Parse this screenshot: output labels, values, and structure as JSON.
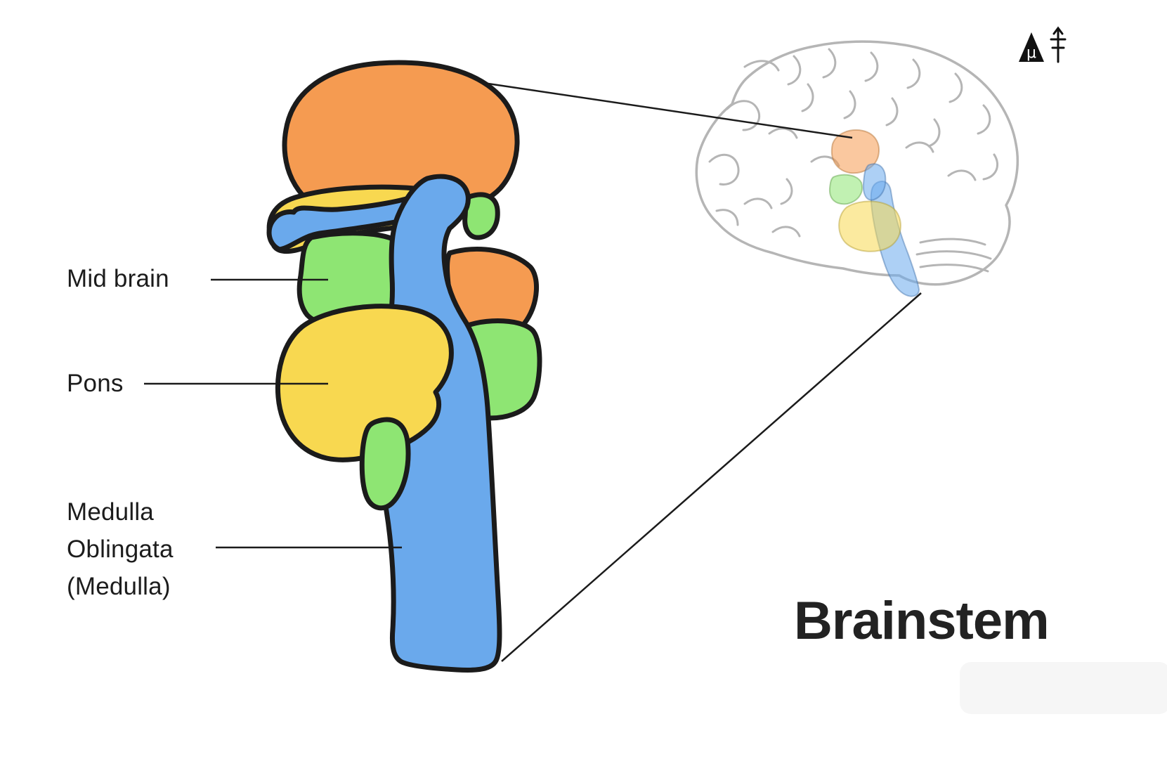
{
  "title": {
    "text": "Brainstem"
  },
  "labels": {
    "midbrain": {
      "text": "Mid brain"
    },
    "pons": {
      "text": "Pons"
    },
    "medulla": {
      "lines": [
        "Medulla",
        "Oblingata",
        "(Medulla)"
      ]
    }
  },
  "diagram": {
    "regions": [
      {
        "id": "tectum-orange-lobe",
        "color_key": "orange"
      },
      {
        "id": "midbrain",
        "color_key": "green"
      },
      {
        "id": "pons",
        "color_key": "yellow"
      },
      {
        "id": "medulla-oblongata",
        "color_key": "blue"
      }
    ]
  },
  "colors": {
    "orange": "#F59B51",
    "yellow": "#F8D850",
    "green": "#8EE573",
    "blue": "#6AA9EC",
    "outline": "#1b1b1b",
    "brain_outline": "#b5b5b5",
    "text": "#1c1c1c"
  },
  "icons": {
    "logo_glyph": "μ"
  }
}
